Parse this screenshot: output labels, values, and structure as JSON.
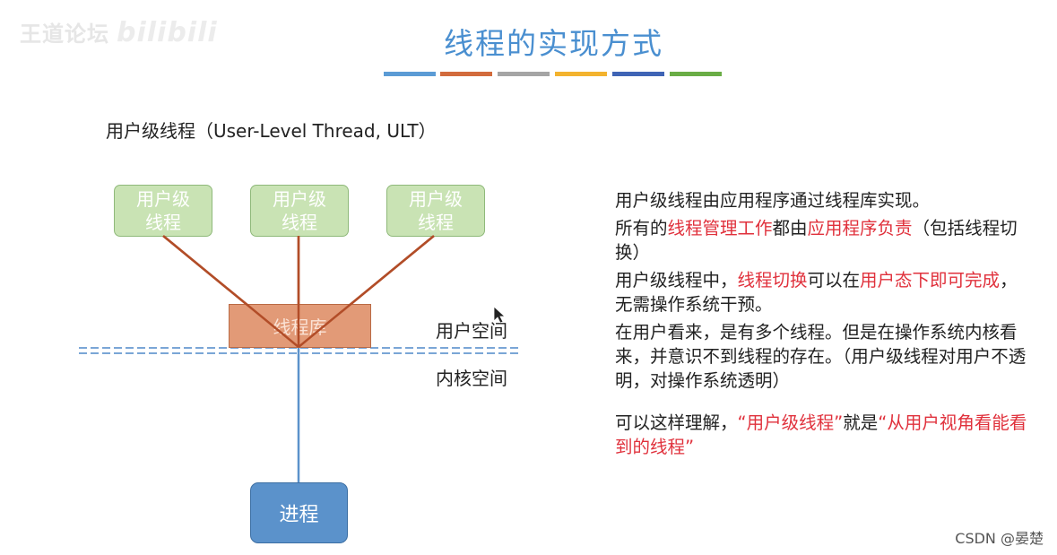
{
  "watermark": {
    "text": "王道论坛",
    "brand": "bilibili"
  },
  "title": "线程的实现方式",
  "color_bar": [
    "#5b9bd5",
    "#d26b3c",
    "#a5a5a5",
    "#f3b32e",
    "#3f64b5",
    "#6aad46"
  ],
  "subtitle": "用户级线程（User-Level Thread, ULT）",
  "diagram": {
    "threads": [
      "用户级\n线程",
      "用户级\n线程",
      "用户级\n线程"
    ],
    "library": "线程库",
    "process": "进程",
    "user_space": "用户空间",
    "kernel_space": "内核空间",
    "colors": {
      "thread_fill": "#c9e3b4",
      "library_fill": "#e29a77",
      "process_fill": "#5b92cb",
      "line_red": "#b24d28",
      "line_blue": "#5b92cb"
    }
  },
  "explanation": {
    "p1": "用户级线程由应用程序通过线程库实现。",
    "p2": {
      "a": "所有的",
      "b": "线程管理工作",
      "c": "都由",
      "d": "应用程序负责",
      "e": "（包括线程切换）"
    },
    "p3": {
      "a": "用户级线程中，",
      "b": "线程切换",
      "c": "可以在",
      "d": "用户态下即可完成",
      "e": "，无需操作系统干预。"
    },
    "p4": "在用户看来，是有多个线程。但是在操作系统内核看来，并意识不到线程的存在。（用户级线程对用户不透明，对操作系统透明）",
    "p5": {
      "a": "可以这样理解，",
      "b": "“用户级线程”",
      "c": "就是",
      "d": "“从用户视角看能看到的线程”"
    }
  },
  "footer": "CSDN @晏楚"
}
